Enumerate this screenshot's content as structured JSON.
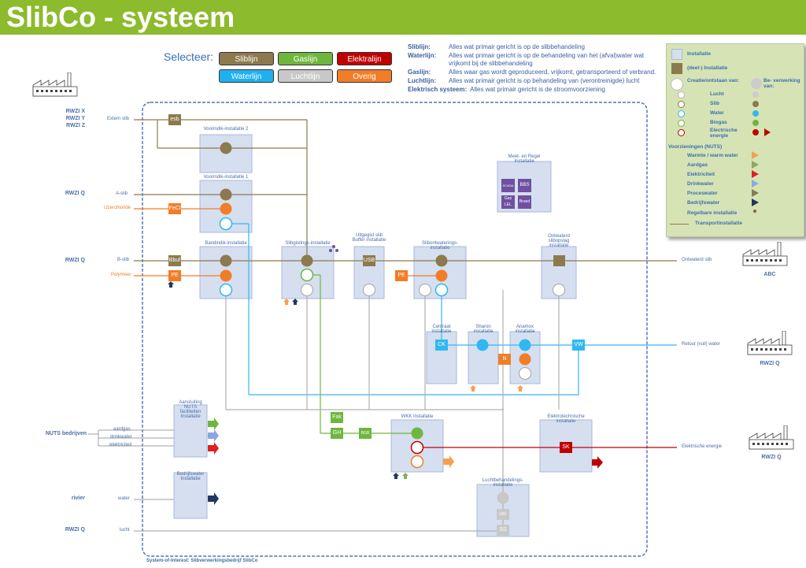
{
  "header": {
    "title": "SlibCo - systeem"
  },
  "selector": {
    "label": "Selecteer:",
    "buttons": [
      {
        "label": "Sliblijn",
        "color": "#8c7a4e"
      },
      {
        "label": "Gaslijn",
        "color": "#6fb63f"
      },
      {
        "label": "Elektralijn",
        "color": "#c00000"
      },
      {
        "label": "Waterlijn",
        "color": "#20b0f0"
      },
      {
        "label": "Luchtlijn",
        "color": "#c8c8c8"
      },
      {
        "label": "Overig",
        "color": "#f07d28"
      }
    ]
  },
  "definitions": [
    {
      "term": "Sliblijn:",
      "text": "Alles wat primair gericht is op de slibbehandeling"
    },
    {
      "term": "Waterlijn:",
      "text": "Alles wat primair gericht is op de behandeling van het (afval)water wat",
      "text2": "vrijkomt bij de slibbehandeling"
    },
    {
      "term": "Gaslijn:",
      "text": "Alles waar gas wordt geproduceerd, vrijkomt, getransporteerd of verbrand."
    },
    {
      "term": "Luchtlijn:",
      "text": "Alles wat primair gericht is op behandeling van (verontreinigde) lucht"
    },
    {
      "term": "Elektrisch systeem:",
      "text": "Alles wat primair gericht is de stroomvoorziening"
    }
  ],
  "legend": {
    "installatie": "Installatie",
    "deel": "(deel-) Installatie",
    "creatie": "Creatie/ontstaan van:",
    "bewerking": "Be- verwerking van:",
    "lucht": "Lucht",
    "slib": "Slib",
    "water": "Water",
    "biogas": "Biogas",
    "elektrisch": "Electrische energie",
    "voorzieningen": "Voorzieningen (NUTS)",
    "warmte": "Warmte / warm water",
    "aardgas": "Aardgas",
    "elektriciteit": "Elektriciteit",
    "drinkwater": "Drinkwater",
    "proceswater": "Proceswater",
    "bedrijfswater": "Bedrijfswater",
    "regelbare": "Regelbare installatie",
    "transport": "Transportinstallatie"
  },
  "sources": {
    "rwzi_xyz": [
      "RWZI X",
      "RWZI Y",
      "RWZI Z"
    ],
    "rwzi_q": "RWZI Q",
    "nuts": "NUTS bedrijven",
    "rivier": "rivier",
    "abc": "ABC"
  },
  "line_labels": {
    "extern_slib": "Extern slib",
    "a_slib": "A-slib",
    "ijzerchloride": "IJzerchloride",
    "b_slib": "B-slib",
    "polymeer": "Polymeer",
    "aardgas": "aardgas",
    "drinkwater": "drinkwater",
    "elektriciteit": "elektriciteit",
    "water": "water",
    "lucht": "lucht",
    "ontwaterd_slib": "Ontwaterd slib",
    "retour_water": "Retour (vuil) water",
    "elektrische_energie": "Elektrische energie"
  },
  "installations": {
    "voorindik2": "Voorindik-installatie 2",
    "voorindik1": "Voorindik-installatie 1",
    "bandindik": "Bandindik-installatie",
    "slibgisting": "Slibgistings-installatie",
    "uitgegist": "Uitgegist slib Buffer installatie",
    "slibontwatering": "Slibontwaterings-installatie",
    "ontwaterd": "Ontwaterd slibopslag installatie",
    "meetregel": "Meet- en Regel Installatie",
    "centraat": "Centraat installatie",
    "sharon": "Sharon installatie",
    "anamox": "Anamox installatie",
    "nuts": "Aansluiting NUTS faciliteiten Installatie",
    "bedrijfswater": "Bedrijfswater Installatie",
    "wkk": "WKK Installatie",
    "elektrotechnische": "Elektrotechnische installatie",
    "luchtbehandeling": "Luchtbehandelings-installatie"
  },
  "tags": {
    "esb": "esb",
    "fecl": "FeCl",
    "bbuf": "Bbuf",
    "pe1": "PE",
    "pe2": "PE",
    "usb": "USB",
    "ck": "CK",
    "vw": "VW",
    "n": "N",
    "sk": "SK",
    "fak": "Fak",
    "gh": "GH",
    "bgb": "BGB",
    "lbf": "LBF",
    "ss": "SS",
    "scada": "SCADA",
    "bbs": "BBS",
    "gas_lel": "Gas LEL",
    "brand": "Brand"
  },
  "footer": {
    "soi": "System-of-Interest: Slibverwerkingsbedrijf SlibCo"
  }
}
